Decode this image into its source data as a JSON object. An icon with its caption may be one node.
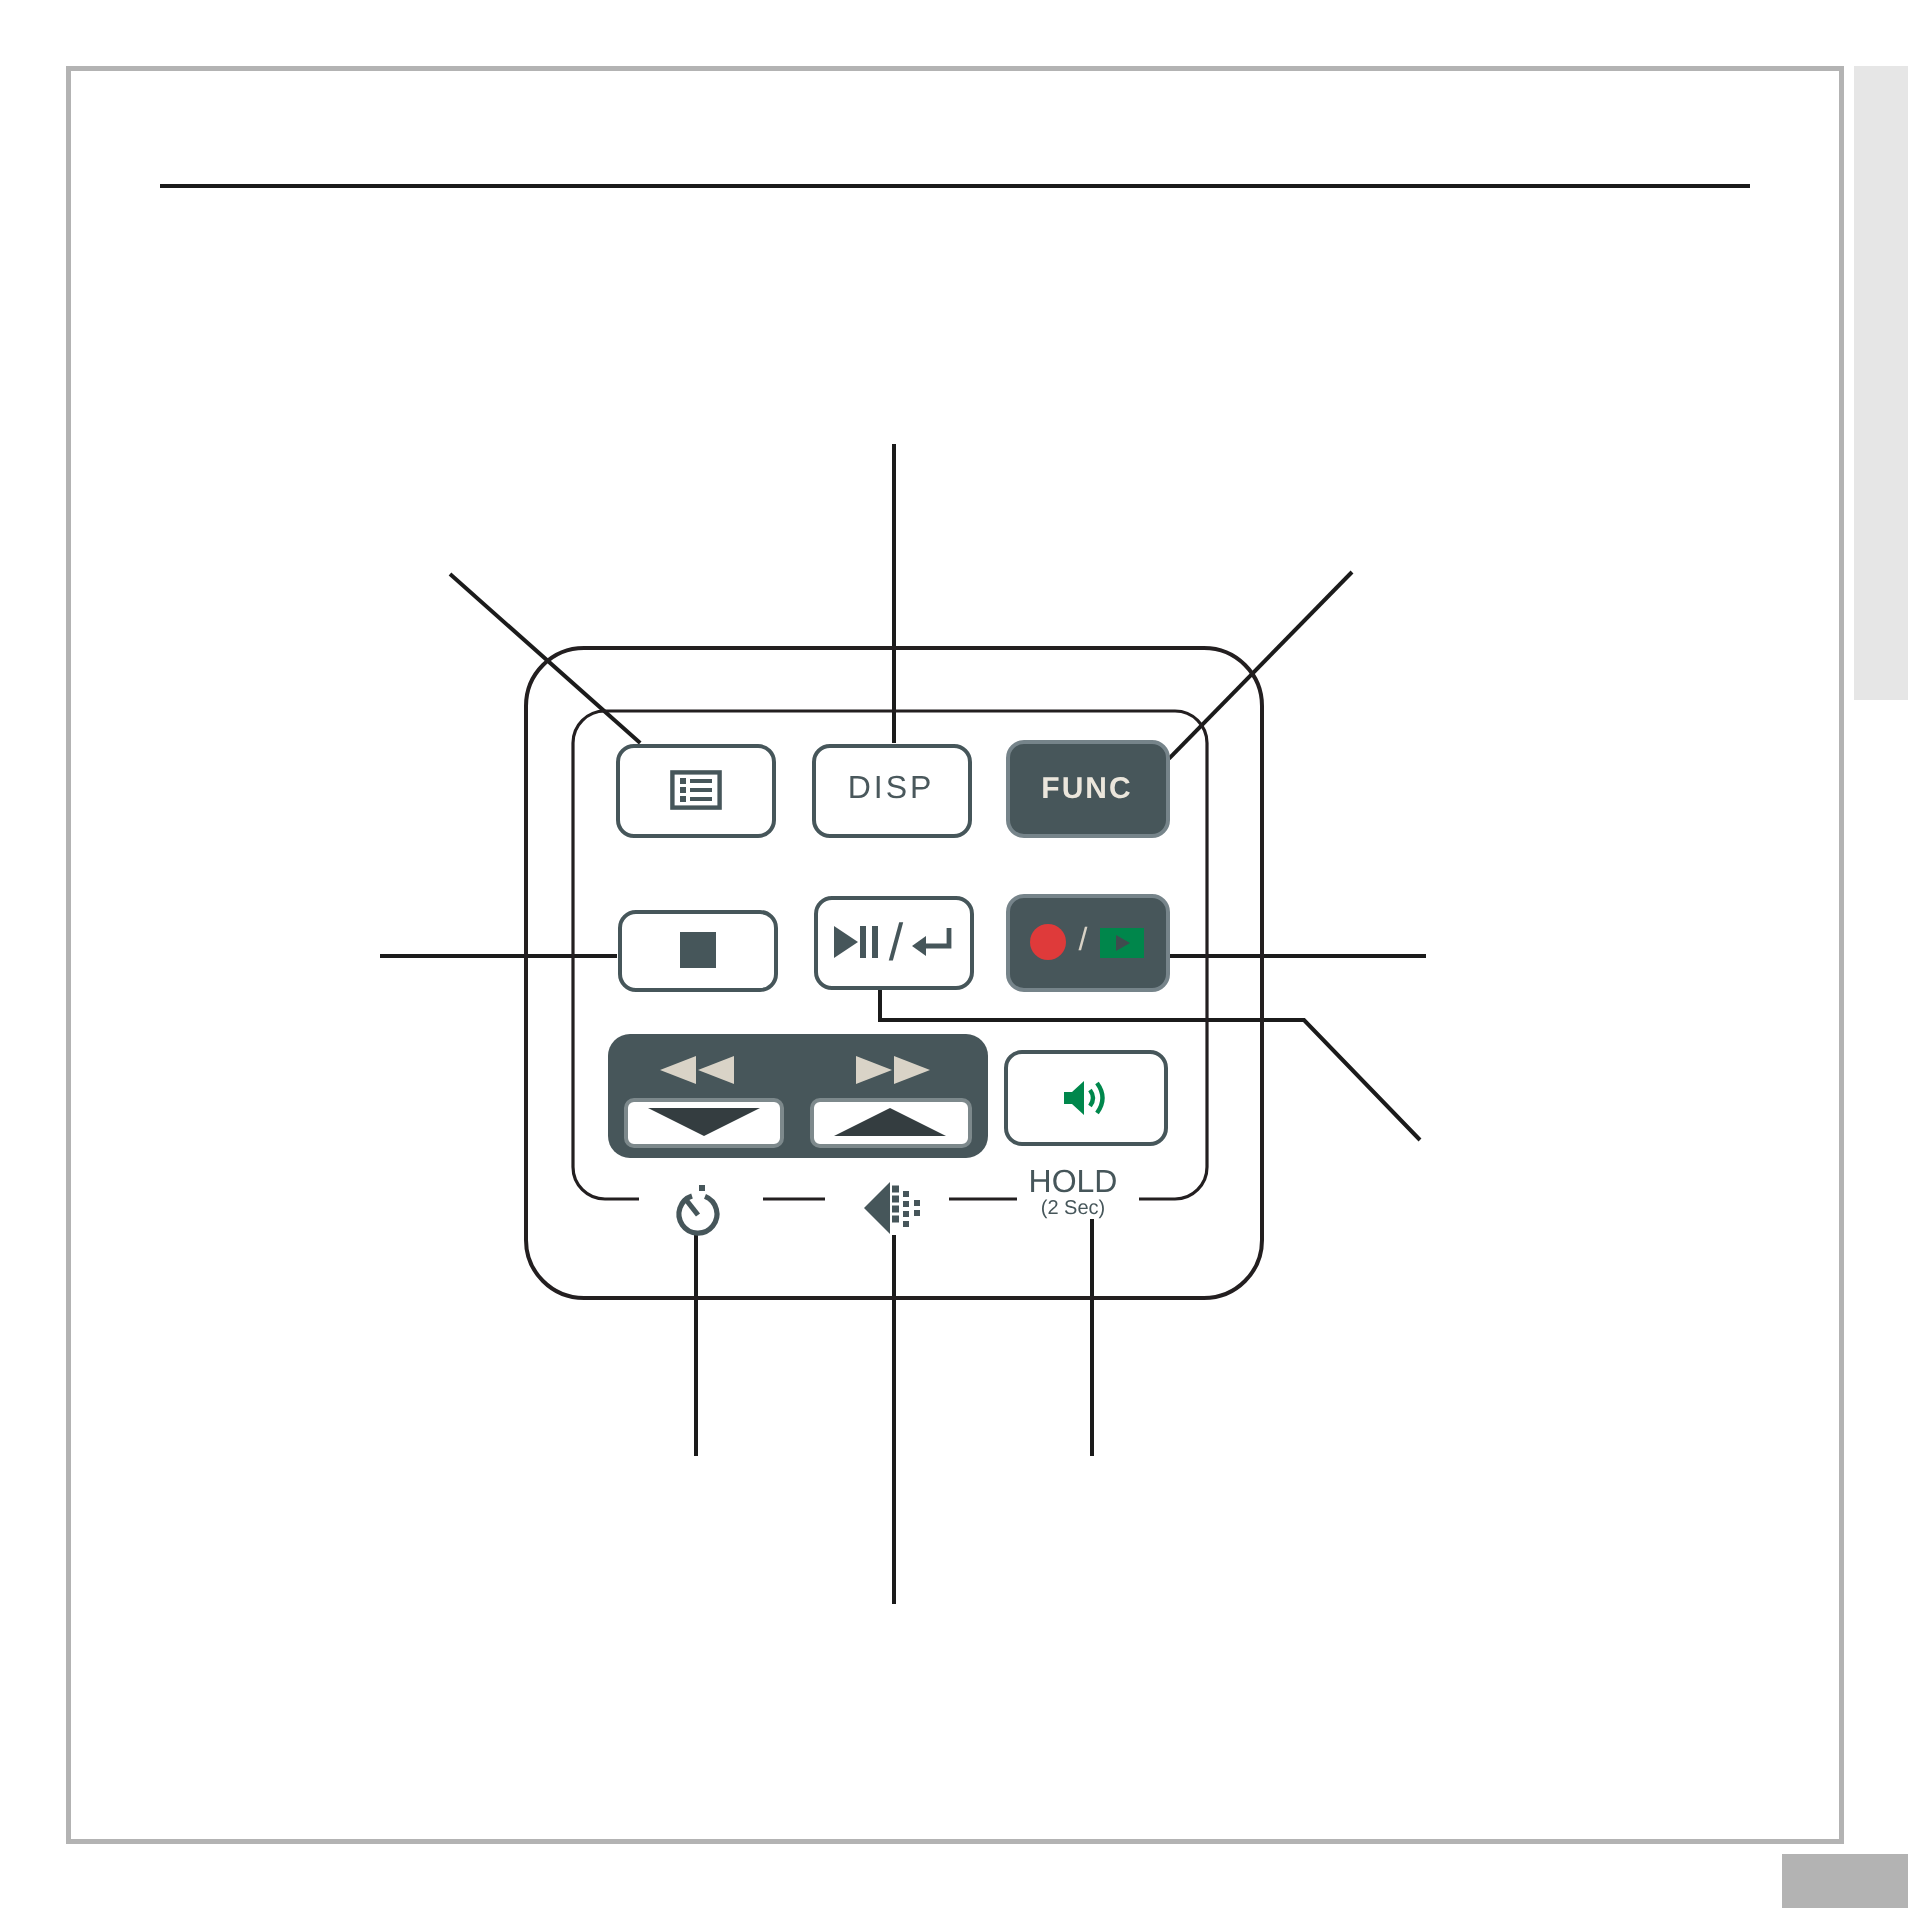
{
  "diagram": {
    "nodes": [
      {
        "text": [],
        "shape": "box"
      },
      {
        "text": [],
        "shape": "box",
        "in": 0
      },
      {
        "text": [
          "DISP"
        ],
        "in": 0
      },
      {
        "text": [
          "FUNC"
        ],
        "in": 0
      },
      {
        "text": [],
        "shape": "box",
        "in": 0
      },
      {
        "text": [
          "/"
        ],
        "in": 0
      },
      {
        "text": [
          "/"
        ],
        "in": 0
      },
      {
        "text": [],
        "shape": "box",
        "in": 0
      },
      {
        "text": [],
        "shape": "box",
        "in": 7
      },
      {
        "text": [],
        "shape": "box",
        "in": 7
      },
      {
        "text": [],
        "shape": "box",
        "in": 0
      },
      {
        "text": [],
        "shape": "picture",
        "in": 0
      },
      {
        "text": [],
        "shape": "picture",
        "in": 0
      },
      {
        "text": [
          "HOLD",
          "(2 Sec)"
        ],
        "in": 0
      }
    ],
    "edges": [
      {
        "from": null,
        "to": 1,
        "arrow": "none"
      },
      {
        "from": null,
        "to": 2,
        "arrow": "none"
      },
      {
        "from": null,
        "to": 3,
        "arrow": "none"
      },
      {
        "from": null,
        "to": 4,
        "arrow": "none"
      },
      {
        "from": null,
        "to": 6,
        "arrow": "none"
      },
      {
        "from": null,
        "to": 5,
        "arrow": "none"
      },
      {
        "from": null,
        "to": 11,
        "arrow": "none"
      },
      {
        "from": null,
        "to": 12,
        "arrow": "none"
      },
      {
        "from": null,
        "to": 13,
        "arrow": "none"
      }
    ]
  }
}
